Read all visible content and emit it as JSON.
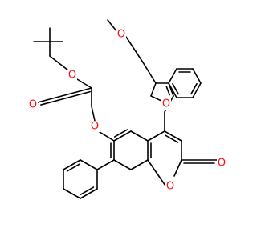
{
  "molecule": {
    "atoms": [
      {
        "id": "methoxy_o",
        "symbol": "O"
      },
      {
        "id": "furan_o",
        "symbol": "O"
      },
      {
        "id": "ester_single_o",
        "symbol": "O"
      },
      {
        "id": "ester_carbonyl_o",
        "symbol": "O"
      },
      {
        "id": "ether_o",
        "symbol": "O"
      },
      {
        "id": "ring_o",
        "symbol": "O"
      },
      {
        "id": "lactone_carbonyl_o",
        "symbol": "O"
      }
    ]
  }
}
